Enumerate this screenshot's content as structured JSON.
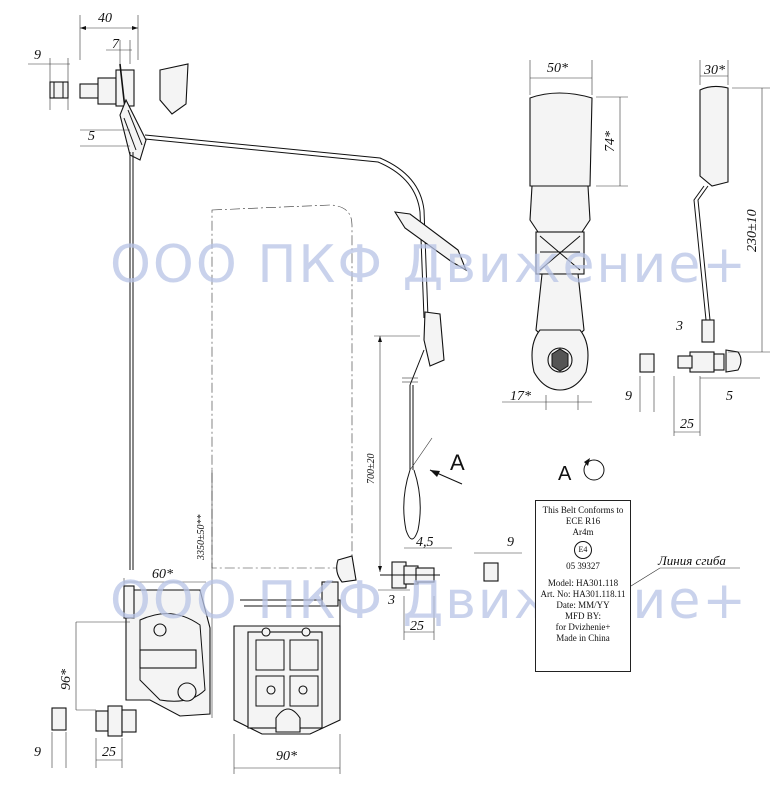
{
  "watermark": "ООО ПКФ Движение+",
  "view_label": "A",
  "dimensions": {
    "anchor_top_width": "40",
    "anchor_top_gap": "7",
    "anchor_top_bolt": "9",
    "anchor_top_offset": "5",
    "buckle_width": "50*",
    "buckle_height": "74*",
    "buckle_side_width": "30*",
    "buckle_length": "230±10",
    "buckle_bracket": "3",
    "buckle_bottom": "17*",
    "buckle_bolt": "9",
    "buckle_thk": "5",
    "buckle_base": "25",
    "belt_length": "3350±50**",
    "lower_length": "700±20",
    "lower_gap": "4,5",
    "lower_bolt": "9",
    "lower_thk": "3",
    "lower_base": "25",
    "retractor_width": "60*",
    "retractor_height": "96*",
    "retractor_bolt": "9",
    "retractor_base": "25",
    "retractor_front": "90*"
  },
  "label": {
    "lines": [
      "This Belt Conforms to",
      "ECE R16",
      "Ar4m",
      "E4",
      "05 39327",
      "Model: HA301.118",
      "Art. No: HA301.118.11",
      "Date: MM/YY",
      "MFD BY:",
      "for Dvizhenie+",
      "Made in China"
    ]
  },
  "fold_line_label": "Линия сгиба"
}
